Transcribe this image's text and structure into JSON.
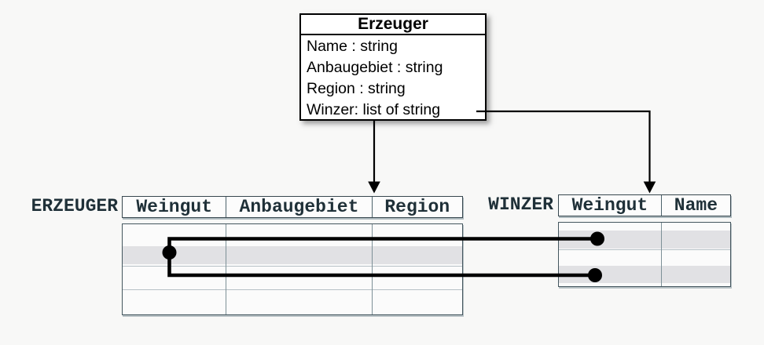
{
  "class_box": {
    "title": "Erzeuger",
    "attributes": [
      "Name : string",
      "Anbaugebiet : string",
      "Region : string",
      "Winzer: list of string"
    ]
  },
  "tables": {
    "erzeuger": {
      "label": "ERZEUGER",
      "columns": [
        "Weingut",
        "Anbaugebiet",
        "Region"
      ],
      "row_count": 4,
      "shaded_row_indices": [
        2
      ],
      "cell_values": []
    },
    "winzer": {
      "label": "WINZER",
      "columns": [
        "Weingut",
        "Name"
      ],
      "row_count": 4,
      "shaded_row_indices": [
        2,
        4
      ],
      "cell_values": []
    }
  },
  "connectors": {
    "arrow_from_box_bottom_to": "ERZEUGER",
    "arrow_from_winzer_attribute_to": "WINZER",
    "relation_links": 2
  },
  "colors": {
    "background": "#f8f8f7",
    "class_box_fill": "#ffffff",
    "class_box_border": "#000000",
    "table_border": "#37474f",
    "table_text": "#1f3038",
    "row_shade": "#e1e1e4",
    "connector": "#000000"
  }
}
